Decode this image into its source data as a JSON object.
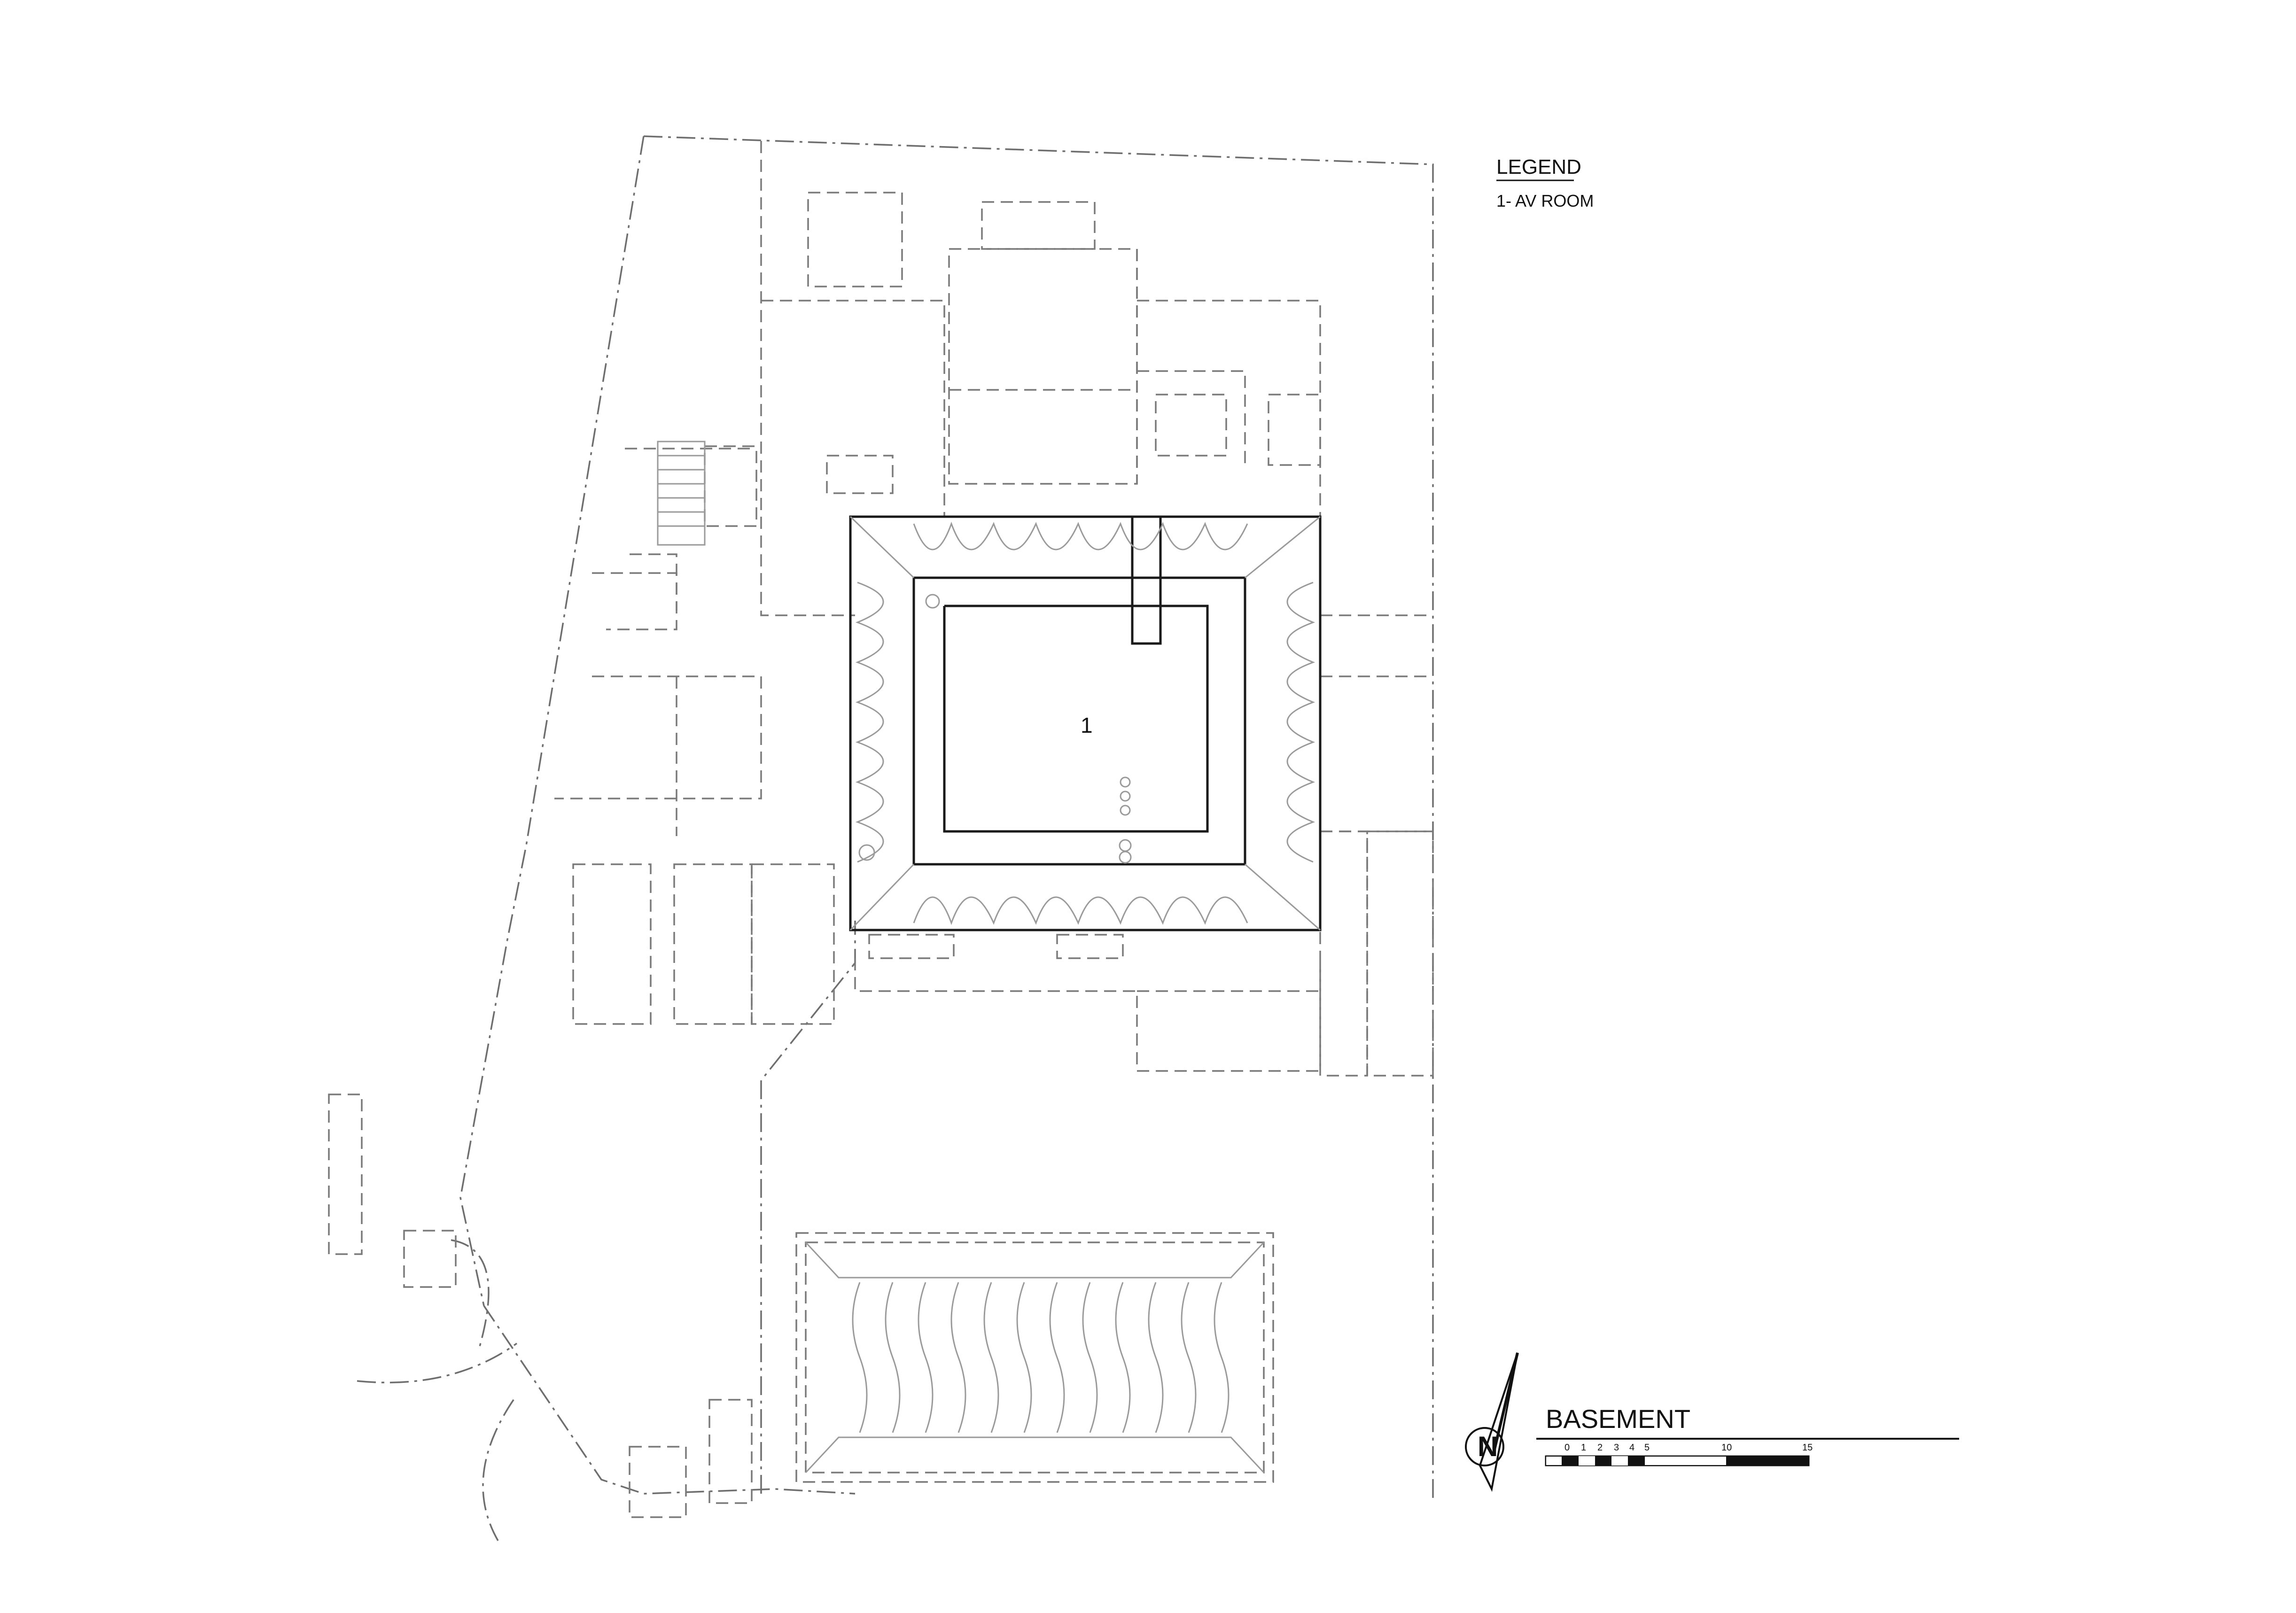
{
  "legend": {
    "heading": "LEGEND",
    "items": [
      "1- AV ROOM"
    ]
  },
  "room_tag": "1",
  "drawing_title": "BASEMENT",
  "scale_bar": {
    "ticks": [
      "0",
      "1",
      "2",
      "3",
      "4",
      "5",
      "10",
      "15"
    ]
  },
  "colors": {
    "line": "#1a1a1a",
    "hidden_line": "#7a7a7a",
    "background": "#ffffff"
  },
  "icons": [
    "north-arrow-icon",
    "scale-bar-icon"
  ]
}
